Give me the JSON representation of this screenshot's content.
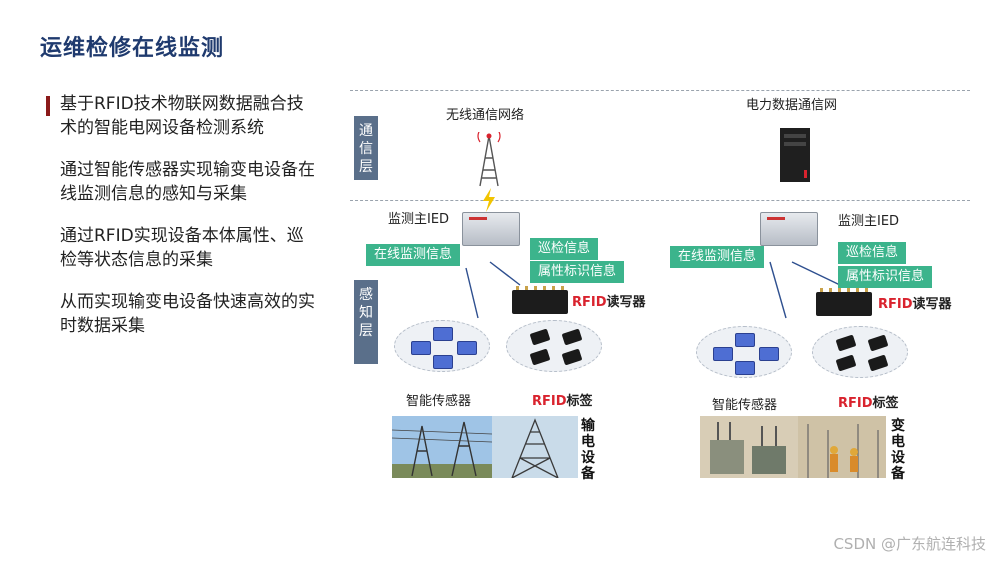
{
  "page": {
    "title": "运维检修在线监测"
  },
  "bullets": [
    "基于RFID技术物联网数据融合技术的智能电网设备检测系统",
    "通过智能传感器实现输变电设备在线监测信息的感知与采集",
    "通过RFID实现设备本体属性、巡检等状态信息的采集",
    "从而实现输变电设备快速高效的实时数据采集"
  ],
  "diagram": {
    "layers": {
      "communication": "通信层",
      "perception": "感知层"
    },
    "left": {
      "network": "无线通信网络",
      "ied": "监测主IED",
      "online": "在线监测信息",
      "inspection": "巡检信息",
      "attribute": "属性标识信息",
      "reader_rfid": "RFID",
      "reader_suffix": "读写器",
      "sensors": "智能传感器",
      "tags_rfid": "RFID",
      "tags_suffix": "标签",
      "equipment": "输电设备"
    },
    "right": {
      "network": "电力数据通信网",
      "ied": "监测主IED",
      "online": "在线监测信息",
      "inspection": "巡检信息",
      "attribute": "属性标识信息",
      "reader_rfid": "RFID",
      "reader_suffix": "读写器",
      "sensors": "智能传感器",
      "tags_rfid": "RFID",
      "tags_suffix": "标签",
      "equipment": "变电设备"
    }
  },
  "footer": {
    "watermark": "CSDN @广东航连科技"
  },
  "colors": {
    "title": "#1f3a6e",
    "accent_green": "#3cb48c",
    "rfid_red": "#d9232e",
    "layer_tag": "#5a6f8a",
    "bullet_bar": "#8b1a1a"
  }
}
